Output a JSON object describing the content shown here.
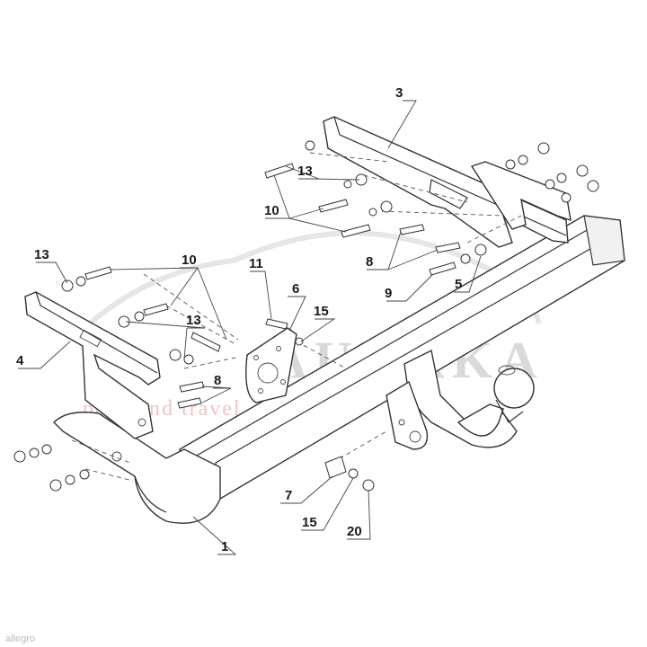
{
  "watermark": {
    "brand": "AUHAKA",
    "tagline": "pack and travel"
  },
  "corner_mark": "allegro",
  "callouts": [
    {
      "id": "c1",
      "label": "1"
    },
    {
      "id": "c3",
      "label": "3"
    },
    {
      "id": "c4",
      "label": "4"
    },
    {
      "id": "c5",
      "label": "5"
    },
    {
      "id": "c6",
      "label": "6"
    },
    {
      "id": "c7",
      "label": "7"
    },
    {
      "id": "c8a",
      "label": "8"
    },
    {
      "id": "c8b",
      "label": "8"
    },
    {
      "id": "c9",
      "label": "9"
    },
    {
      "id": "c10a",
      "label": "10"
    },
    {
      "id": "c10b",
      "label": "10"
    },
    {
      "id": "c11",
      "label": "11"
    },
    {
      "id": "c13a",
      "label": "13"
    },
    {
      "id": "c13b",
      "label": "13"
    },
    {
      "id": "c13c",
      "label": "13"
    },
    {
      "id": "c15a",
      "label": "15"
    },
    {
      "id": "c15b",
      "label": "15"
    },
    {
      "id": "c20",
      "label": "20"
    }
  ]
}
